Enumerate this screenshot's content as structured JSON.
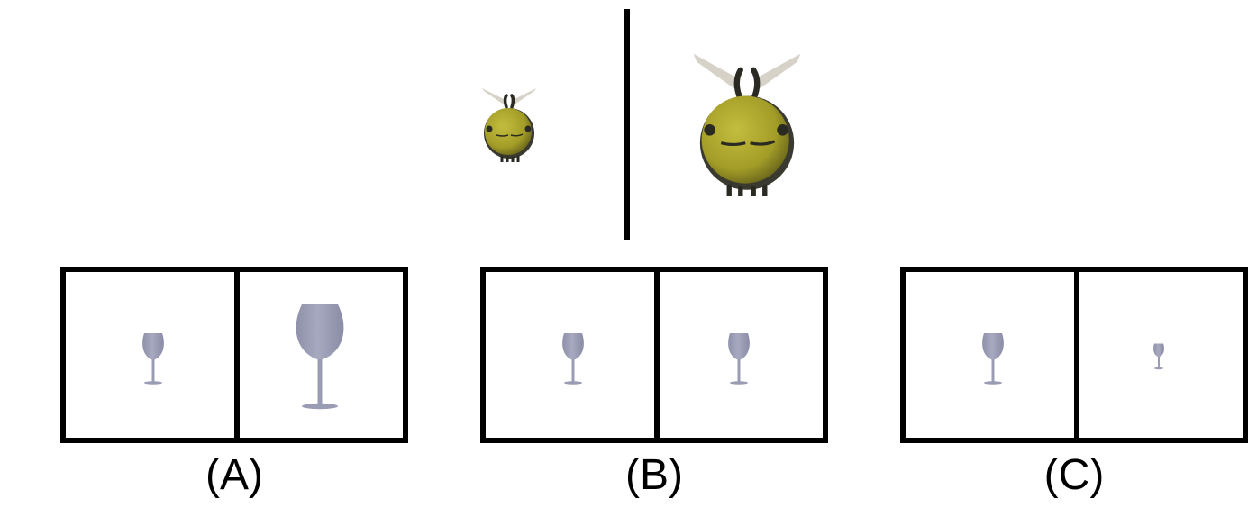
{
  "reference": {
    "left_object": "bee-small",
    "right_object": "bee-large"
  },
  "options": [
    {
      "label": "(A)",
      "left_glass": "glass-small",
      "right_glass": "glass-large"
    },
    {
      "label": "(B)",
      "left_glass": "glass-small",
      "right_glass": "glass-small"
    },
    {
      "label": "(C)",
      "left_glass": "glass-small",
      "right_glass": "glass-tiny"
    }
  ],
  "colors": {
    "bee_body": "#a6a12a",
    "bee_dark": "#2a2a22",
    "wing": "#c9c4b8",
    "glass": "#9a9cb4",
    "border": "#000000"
  }
}
